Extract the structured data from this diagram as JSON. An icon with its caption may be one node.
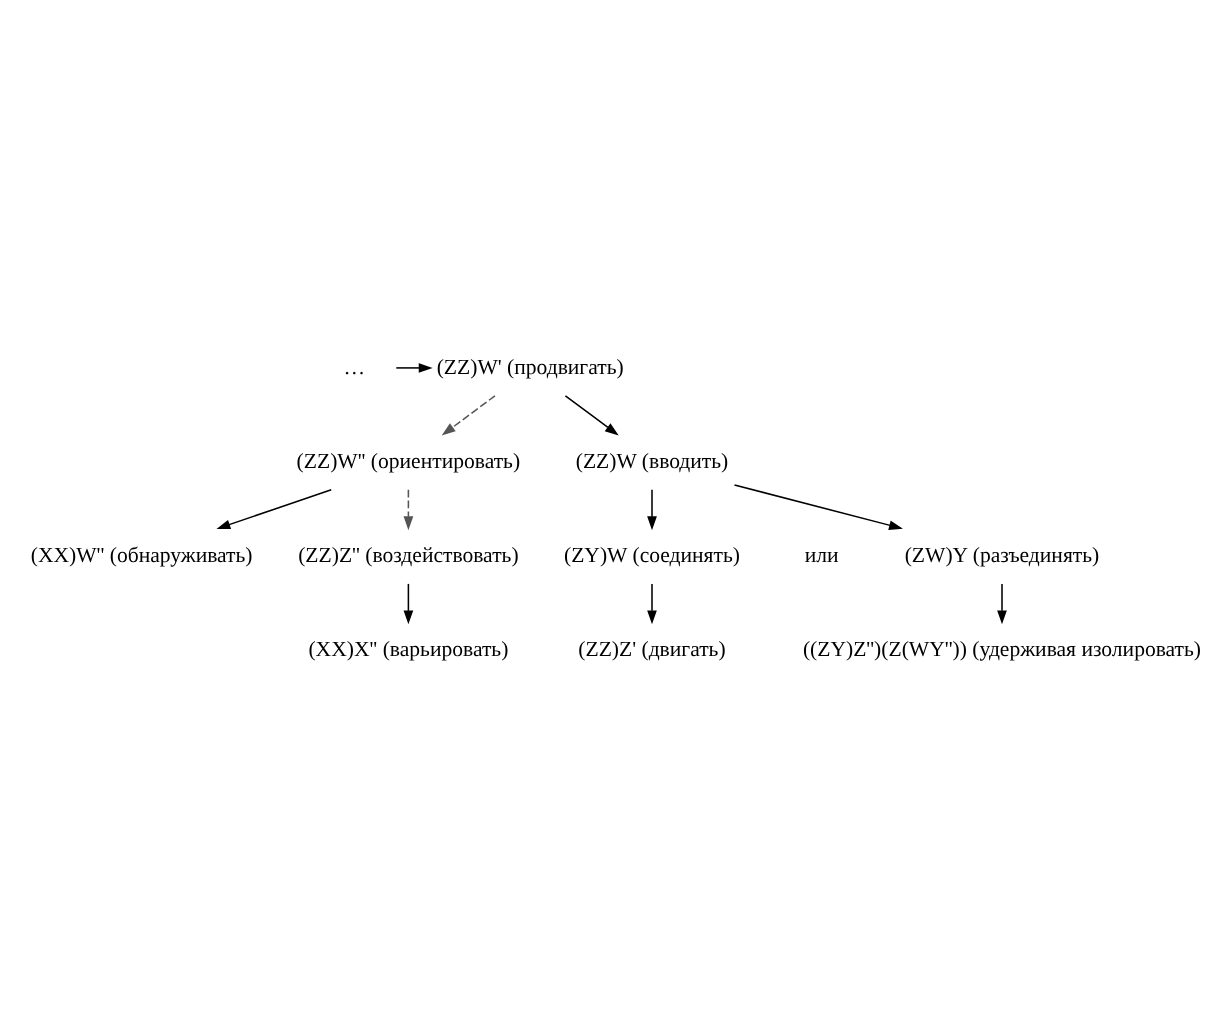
{
  "diagram": {
    "nodes": [
      {
        "text": [
          "…"
        ]
      },
      {
        "text": [
          "(ZZ)W' (продвигать)"
        ]
      },
      {
        "text": [
          "(ZZ)W'' (ориентировать)"
        ]
      },
      {
        "text": [
          "(XX)W'' (обнаруживать)"
        ]
      },
      {
        "text": [
          "(ZZ)Z'' (воздействовать)"
        ]
      },
      {
        "text": [
          "(XX)X'' (варьировать)"
        ]
      },
      {
        "text": [
          "(ZZ)W (вводить)"
        ]
      },
      {
        "text": [
          "(ZY)W (соединять)"
        ]
      },
      {
        "text": [
          "(ZW)Y (разъединять)"
        ]
      },
      {
        "text": [
          "(ZZ)Z' (двигать)"
        ]
      },
      {
        "text": [
          "((ZY)Z'')(Z(WY'')) (удерживая изолировать)"
        ]
      }
    ],
    "edges": [
      {
        "from": 0,
        "to": 1,
        "arrow": "to"
      },
      {
        "from": 1,
        "to": 2,
        "arrow": "to",
        "style": "dashed"
      },
      {
        "from": 2,
        "to": 3,
        "arrow": "to"
      },
      {
        "from": 2,
        "to": 4,
        "arrow": "to",
        "style": "dashed"
      },
      {
        "from": 4,
        "to": 5,
        "arrow": "to"
      },
      {
        "from": 1,
        "to": 6,
        "arrow": "to"
      },
      {
        "from": 6,
        "to": 7,
        "arrow": "to"
      },
      {
        "from": 6,
        "to": 8,
        "arrow": "to"
      },
      {
        "from": 7,
        "to": 9,
        "arrow": "to"
      },
      {
        "from": 8,
        "to": 10,
        "arrow": "to"
      }
    ],
    "labels": [
      "или"
    ]
  }
}
